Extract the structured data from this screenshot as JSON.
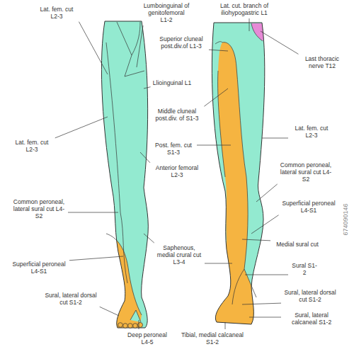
{
  "diagram": {
    "labels": [
      "Lat. fem. cut L2-3",
      "Lumboinguinal of genitofemoral L1-2",
      "Lat. cut. branch of iliohypogastric L1",
      "Superior cluneal post.div.of L1-3",
      "Last thoracic nerve T12",
      "Llioinguinal L1",
      "Middle cluneal post.div. of S1-3",
      "Lat. fem. cut L2-3",
      "Lat. fem. cut L2-3",
      "Post. fem. cut S1-3",
      "Anterior femoral L2-3",
      "Common peroneal, lateral sural cut L4-S2",
      "Common peroneal, lateral sural cut L4-S2",
      "Superficial peroneal L4-S1",
      "Medial sural cut",
      "Saphenous, medial crural cut L3-4",
      "Superficial peroneal L4-S1",
      "Sural S1-2",
      "Sural, lateral dorsal cut S1-2",
      "Sural, lateral dorsal cut S1-2",
      "Sural, lateral calcaneal S1-2",
      "Deep peroneal L4-5",
      "Tibial, medial calcaneal S1-2",
      "674090146"
    ]
  }
}
